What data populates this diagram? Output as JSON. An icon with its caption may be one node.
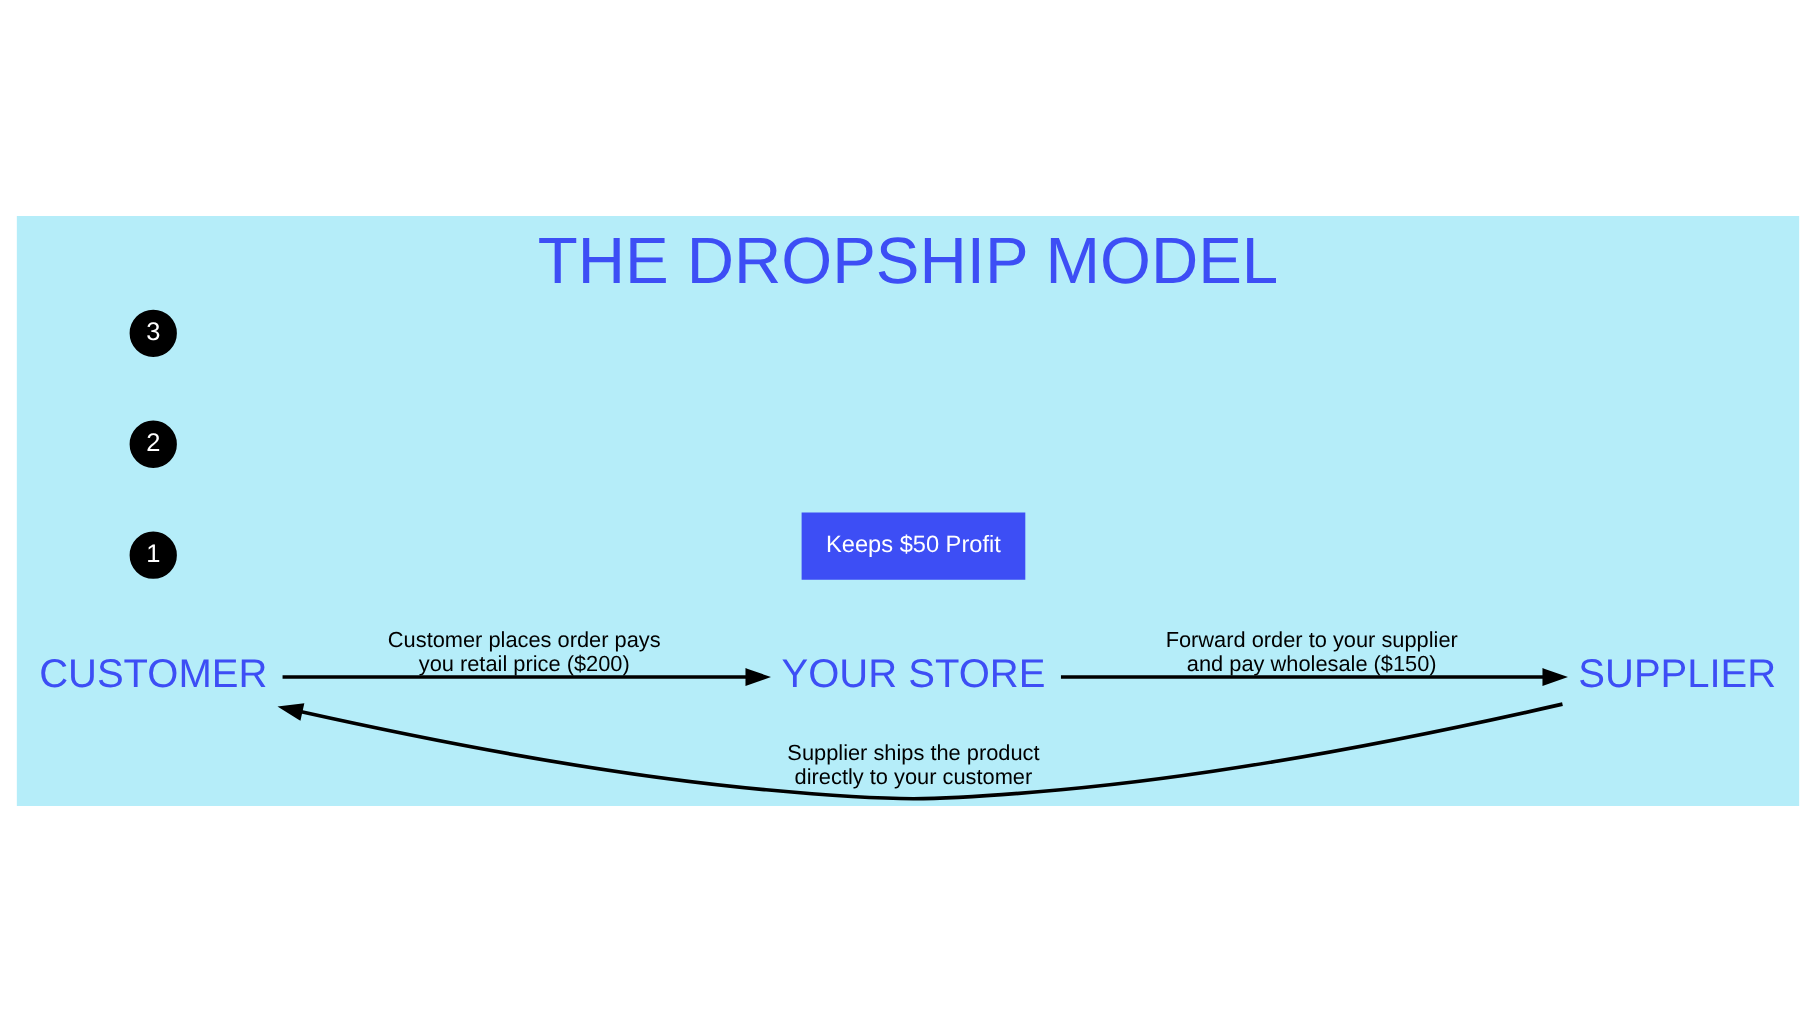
{
  "diagram": {
    "title": "THE DROPSHIP MODEL",
    "nodes": [
      {
        "text": [
          "CUSTOMER"
        ]
      },
      {
        "text": [
          "YOUR STORE"
        ]
      },
      {
        "text": [
          "SUPPLIER"
        ]
      },
      {
        "text": [
          "Keeps $50 Profit"
        ]
      }
    ],
    "edges": [
      {
        "from": 0,
        "to": 1,
        "arrow": "to",
        "label": "Customer places order pays you retail price ($200)"
      },
      {
        "from": 1,
        "to": 2,
        "arrow": "to",
        "label": "Forward order to your supplier and pay wholesale ($150)"
      },
      {
        "from": 2,
        "to": 0,
        "arrow": "to",
        "label": "Supplier ships the product directly to your customer"
      }
    ],
    "labels": [
      "1",
      "2",
      "3"
    ]
  }
}
